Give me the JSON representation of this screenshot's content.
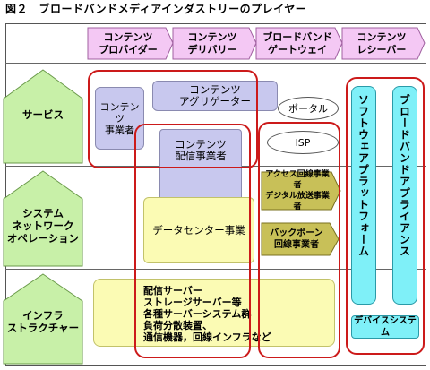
{
  "title": "図２　ブロードバンドメディアインダストリーのプレイヤー",
  "columns": [
    {
      "label": "コンテンツ\nプロバイダー"
    },
    {
      "label": "コンテンツ\nデリバリー"
    },
    {
      "label": "ブロードバンド\nゲートウェイ"
    },
    {
      "label": "コンテンツ\nレシーバー"
    }
  ],
  "rows": [
    {
      "label": "サービス"
    },
    {
      "label": "システム\nネットワーク\nオペレーション"
    },
    {
      "label": "インフラ\nストラクチャー"
    }
  ],
  "nodes": {
    "content_business": "コンテンツ\n事業者",
    "content_aggregator": "コンテンツ\nアグリゲーター",
    "portal": "ポータル",
    "content_distribution": "コンテンツ\n配信事業者",
    "isp": "ISP",
    "access_line": "アクセス回線事業者\nデジタル放送事業者",
    "backbone": "バックボーン\n回線事業者",
    "datacenter": "データセンター事業",
    "infra_list": "配信サーバー\nストレージサーバー等\n各種サーバーシステム群\n負荷分散装置、\n通信機器，回線インフラなど",
    "software_platform": "ソフトウェアプラットフォーム",
    "broadband_appliance": "ブロードバンドアプライアンス",
    "device_system": "デバイスシステム"
  },
  "colors": {
    "header_arrow": "#f4c8f4",
    "row_arrow": "#c8f0a8",
    "lavender": "#c8c8ee",
    "yellow": "#fbfbb4",
    "cyan": "#7ff0f8",
    "olive": "#c8c058",
    "highlight": "#cc1a1a"
  }
}
